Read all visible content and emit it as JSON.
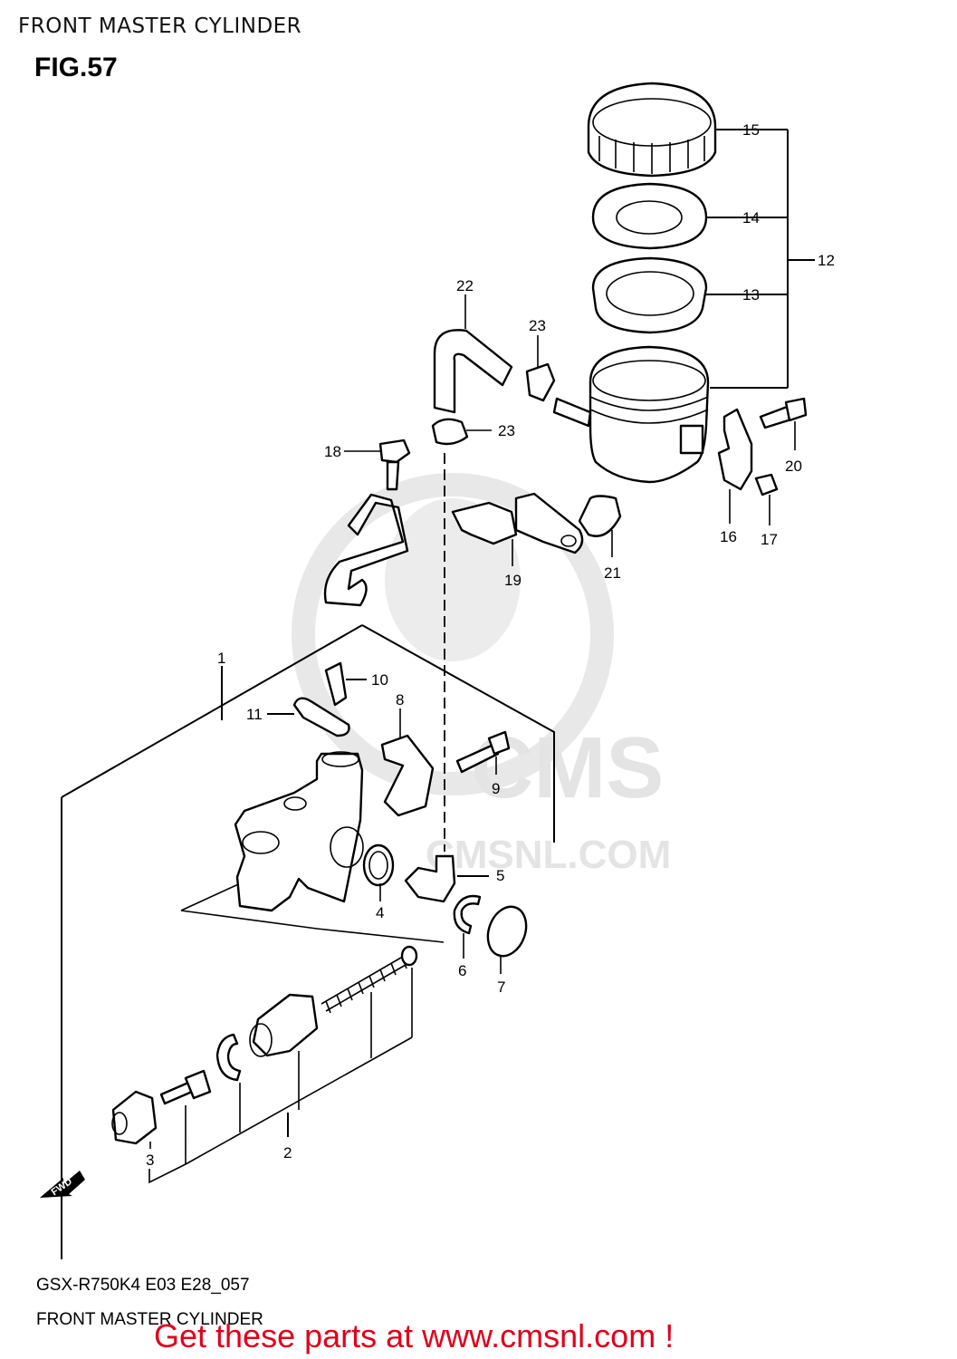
{
  "header": {
    "page_title": "FRONT MASTER CYLINDER",
    "fig_title": "FIG.57"
  },
  "watermark": {
    "brand": "CMS",
    "site": "CMSNL.COM"
  },
  "fwd_label": "FWD",
  "callouts": [
    {
      "id": "c1",
      "text": "1"
    },
    {
      "id": "c2",
      "text": "2"
    },
    {
      "id": "c3",
      "text": "3"
    },
    {
      "id": "c4",
      "text": "4"
    },
    {
      "id": "c5",
      "text": "5"
    },
    {
      "id": "c6",
      "text": "6"
    },
    {
      "id": "c7",
      "text": "7"
    },
    {
      "id": "c8",
      "text": "8"
    },
    {
      "id": "c9",
      "text": "9"
    },
    {
      "id": "c10",
      "text": "10"
    },
    {
      "id": "c11",
      "text": "11"
    },
    {
      "id": "c12",
      "text": "12"
    },
    {
      "id": "c13",
      "text": "13"
    },
    {
      "id": "c14",
      "text": "14"
    },
    {
      "id": "c15",
      "text": "15"
    },
    {
      "id": "c16",
      "text": "16"
    },
    {
      "id": "c17",
      "text": "17"
    },
    {
      "id": "c18",
      "text": "18"
    },
    {
      "id": "c19",
      "text": "19"
    },
    {
      "id": "c20",
      "text": "20"
    },
    {
      "id": "c21",
      "text": "21"
    },
    {
      "id": "c22",
      "text": "22"
    },
    {
      "id": "c23a",
      "text": "23"
    },
    {
      "id": "c23b",
      "text": "23"
    }
  ],
  "footer": {
    "code": "GSX-R750K4 E03 E28_057",
    "caption": "FRONT MASTER CYLINDER",
    "cta": "Get these parts at www.cmsnl.com !"
  }
}
